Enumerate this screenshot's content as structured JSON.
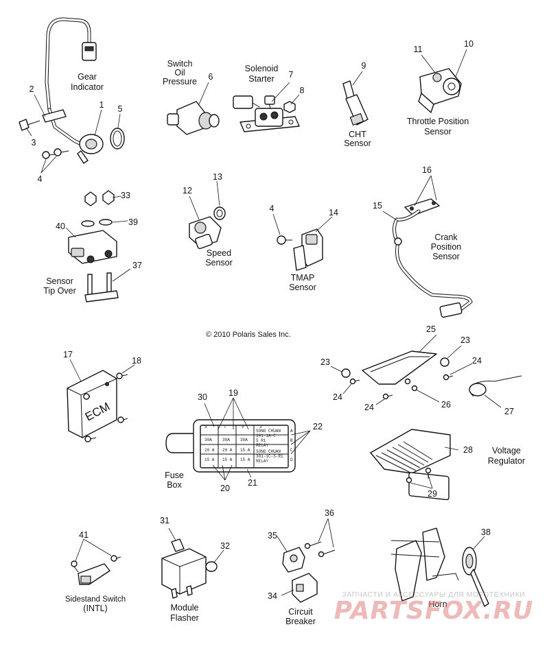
{
  "labels": {
    "gear_indicator": [
      "Gear",
      "Indicator"
    ],
    "switch_oil_pressure": [
      "Switch",
      "Oil",
      "Pressure"
    ],
    "solenoid_starter": [
      "Solenoid",
      "Starter"
    ],
    "cht_sensor": [
      "CHT",
      "Sensor"
    ],
    "throttle_position_sensor": [
      "Throttle Position",
      "Sensor"
    ],
    "sensor_tip_over": [
      "Sensor",
      "Tip Over"
    ],
    "speed_sensor": [
      "Speed",
      "Sensor"
    ],
    "tmap_sensor": [
      "TMAP",
      "Sensor"
    ],
    "crank_position_sensor": [
      "Crank",
      "Position",
      "Sensor"
    ],
    "fuse_box": [
      "Fuse",
      "Box"
    ],
    "voltage_regulator": [
      "Voltage",
      "Regulator"
    ],
    "sidestand_switch": [
      "Sidestand Switch",
      "(INTL)"
    ],
    "module_flasher": [
      "Module",
      "Flasher"
    ],
    "circuit_breaker": [
      "Circuit",
      "Breaker"
    ],
    "horn": "Horn",
    "ecm": "ECM"
  },
  "copyright": "© 2010 Polaris Sales Inc.",
  "callouts": {
    "c1": "1",
    "c2": "2",
    "c3": "3",
    "c4": "4",
    "c4b": "4",
    "c5": "5",
    "c6": "6",
    "c7": "7",
    "c8": "8",
    "c9": "9",
    "c10": "10",
    "c11": "11",
    "c12": "12",
    "c13": "13",
    "c14": "14",
    "c15": "15",
    "c16": "16",
    "c17": "17",
    "c18": "18",
    "c19": "19",
    "c20": "20",
    "c21": "21",
    "c22": "22",
    "c23a": "23",
    "c23b": "23",
    "c24a": "24",
    "c24b": "24",
    "c24c": "24",
    "c25": "25",
    "c26": "26",
    "c27": "27",
    "c28": "28",
    "c29": "29",
    "c30": "30",
    "c31": "31",
    "c32": "32",
    "c33": "33",
    "c34": "34",
    "c35": "35",
    "c36": "36",
    "c37": "37",
    "c38": "38",
    "c39": "39",
    "c40": "40",
    "c41": "41"
  },
  "fuse_box_text": {
    "col_nums": [
      "9",
      "7",
      "5",
      "3"
    ],
    "row_letters": [
      "A",
      "B",
      "C",
      "D"
    ],
    "top_fuses": [
      "30A",
      "30A",
      "30A"
    ],
    "relay_top": [
      "SONG CHUAN",
      "301-1A-C",
      "5 R1",
      "RELAY"
    ],
    "relay_bottom": [
      "SONG CHUAN",
      "301-1C-S-R1",
      "RELAY"
    ],
    "fuse_ratings": [
      "20 A",
      "20 A",
      "15 A",
      "15 A",
      "15 A",
      "15 A"
    ]
  },
  "watermark": {
    "top": "ЗАПЧАСТИ И АКСЕССУАРЫ ДЛЯ МОТОТЕХНИКИ",
    "brand": "PARTSFOX.RU"
  }
}
